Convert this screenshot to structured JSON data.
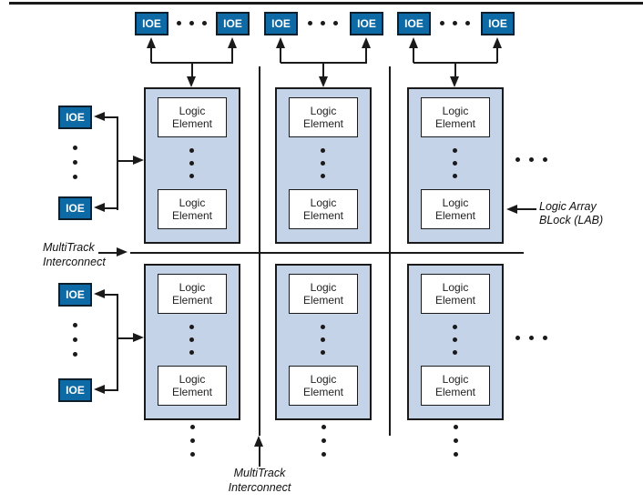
{
  "diagram": {
    "ioe_label": "IOE",
    "logic_element_line1": "Logic",
    "logic_element_line2": "Element",
    "labels": {
      "multitrack_left_line1": "MultiTrack",
      "multitrack_left_line2": "Interconnect",
      "multitrack_bottom_line1": "MultiTrack",
      "multitrack_bottom_line2": "Interconnect",
      "lab_callout_line1": "Logic Array",
      "lab_callout_line2": "BLock (LAB)"
    },
    "colors": {
      "background": "#ffffff",
      "ioe_fill": "#0d6aa5",
      "lab_fill": "#c5d3e8",
      "line": "#1a1a1a"
    }
  }
}
